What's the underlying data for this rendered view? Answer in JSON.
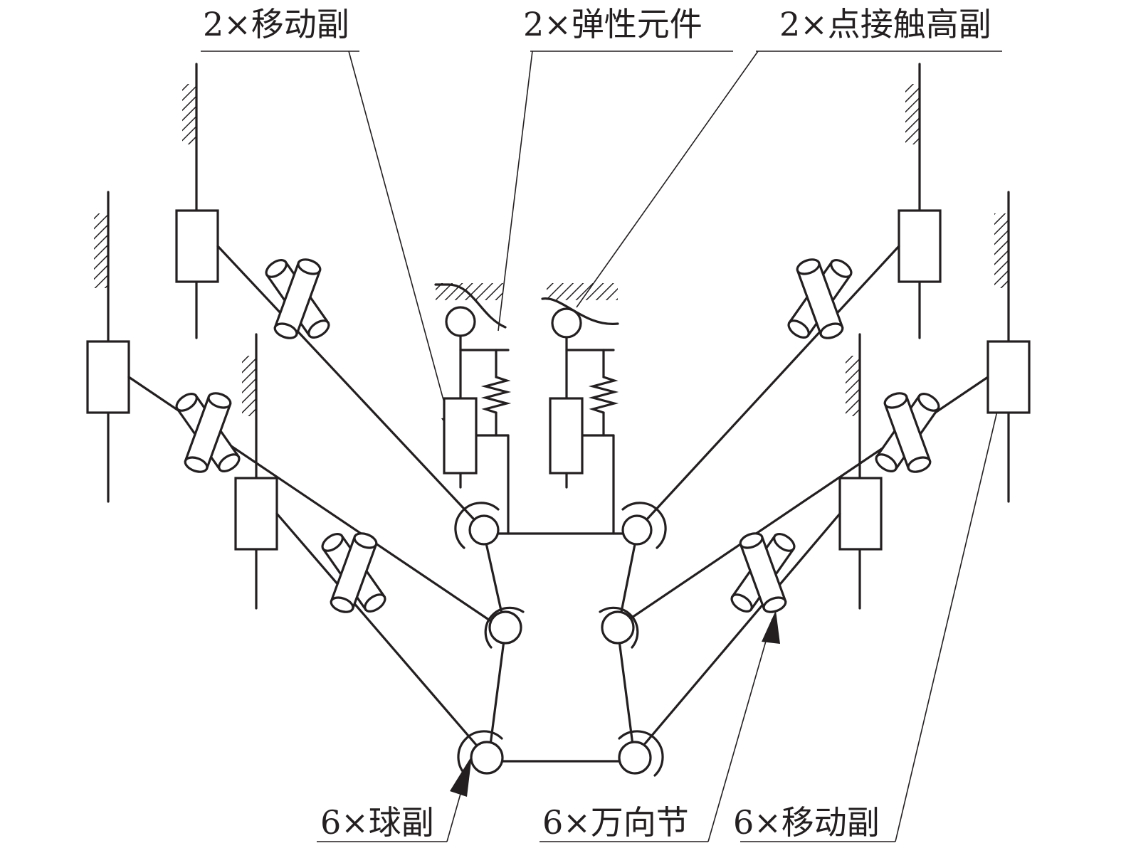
{
  "labels": {
    "top_left": "2×移动副",
    "top_mid": "2×弹性元件",
    "top_right": "2×点接触高副",
    "bottom_left": "6×球副",
    "bottom_mid": "6×万向节",
    "bottom_right": "6×移动副"
  },
  "colors": {
    "ink": "#231f20",
    "background": "#ffffff"
  }
}
